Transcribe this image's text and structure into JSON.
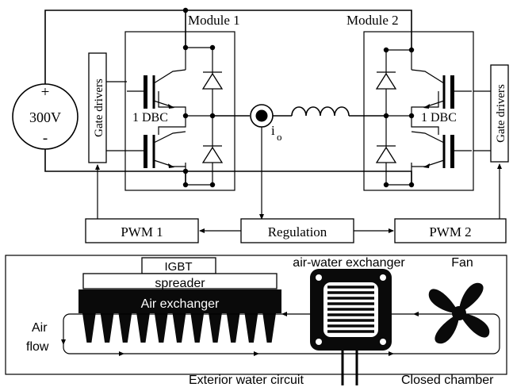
{
  "top": {
    "source_plus": "+",
    "source_value": "300V",
    "source_minus": "-",
    "gate_drivers_left": "Gate drivers",
    "gate_drivers_right": "Gate drivers",
    "module1": "Module 1",
    "module2": "Module 2",
    "dbc_left": "1 DBC",
    "dbc_right": "1 DBC",
    "current_label": "i",
    "current_sub": "o",
    "pwm1": "PWM 1",
    "regulation": "Regulation",
    "pwm2": "PWM 2"
  },
  "bottom": {
    "igbt": "IGBT",
    "spreader": "spreader",
    "air_exchanger": "Air exchanger",
    "air_water_exchanger": "air-water exchanger",
    "fan": "Fan",
    "air_flow_line1": "Air",
    "air_flow_line2": "flow",
    "exterior_water": "Exterior water circuit",
    "closed_chamber": "Closed chamber"
  },
  "colors": {
    "line": "#000000",
    "fill_dark": "#0a0a0a",
    "background": "#ffffff"
  }
}
